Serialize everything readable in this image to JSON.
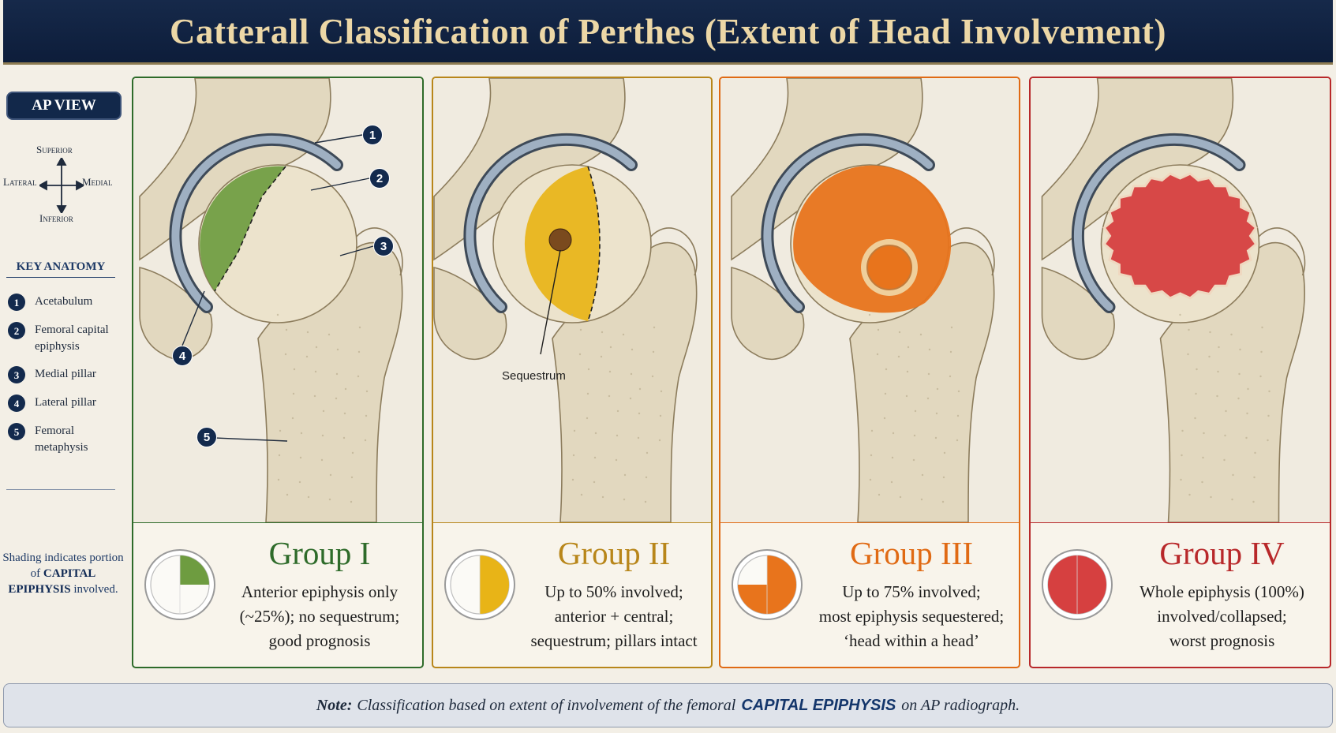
{
  "title": "Catterall Classification of Perthes (Extent of Head Involvement)",
  "sidebar": {
    "view_badge": "AP VIEW",
    "compass": {
      "superior": "Superior",
      "inferior": "Inferior",
      "lateral": "Lateral",
      "medial": "Medial"
    },
    "key_title": "KEY ANATOMY",
    "key_items": [
      {
        "num": "1",
        "label": "Acetabulum"
      },
      {
        "num": "2",
        "label": "Femoral capital epiphysis"
      },
      {
        "num": "3",
        "label": "Medial pillar"
      },
      {
        "num": "4",
        "label": "Lateral pillar"
      },
      {
        "num": "5",
        "label": "Femoral metaphysis"
      }
    ],
    "shading_note": {
      "pre": "Shading indicates portion of",
      "strong": "CAPITAL EPIPHYSIS",
      "post": "involved."
    }
  },
  "groups": [
    {
      "title": "Group I",
      "color": "#2e6b2a",
      "fill": "#6e9c40",
      "lines": [
        "Anterior epiphysis only",
        "(~25%); no sequestrum;",
        "good prognosis"
      ],
      "involvement_pct": 25
    },
    {
      "title": "Group II",
      "color": "#b8861a",
      "fill": "#e8b417",
      "lines": [
        "Up to 50% involved;",
        "anterior + central;",
        "sequestrum; pillars intact"
      ],
      "involvement_pct": 50
    },
    {
      "title": "Group III",
      "color": "#e06a14",
      "fill": "#e8741c",
      "lines": [
        "Up to 75% involved;",
        "most epiphysis sequestered;",
        "‘head within a head’"
      ],
      "involvement_pct": 75
    },
    {
      "title": "Group IV",
      "color": "#b8282a",
      "fill": "#d64040",
      "lines": [
        "Whole epiphysis (100%)",
        "involved/collapsed;",
        "worst prognosis"
      ],
      "involvement_pct": 100
    }
  ],
  "callouts": [
    "1",
    "2",
    "3",
    "4",
    "5"
  ],
  "sequestrum_label": "Sequestrum",
  "note": {
    "label": "Note:",
    "pre": "Classification based on extent of involvement of the femoral",
    "strong": "CAPITAL EPIPHYSIS",
    "post": "on AP radiograph."
  }
}
